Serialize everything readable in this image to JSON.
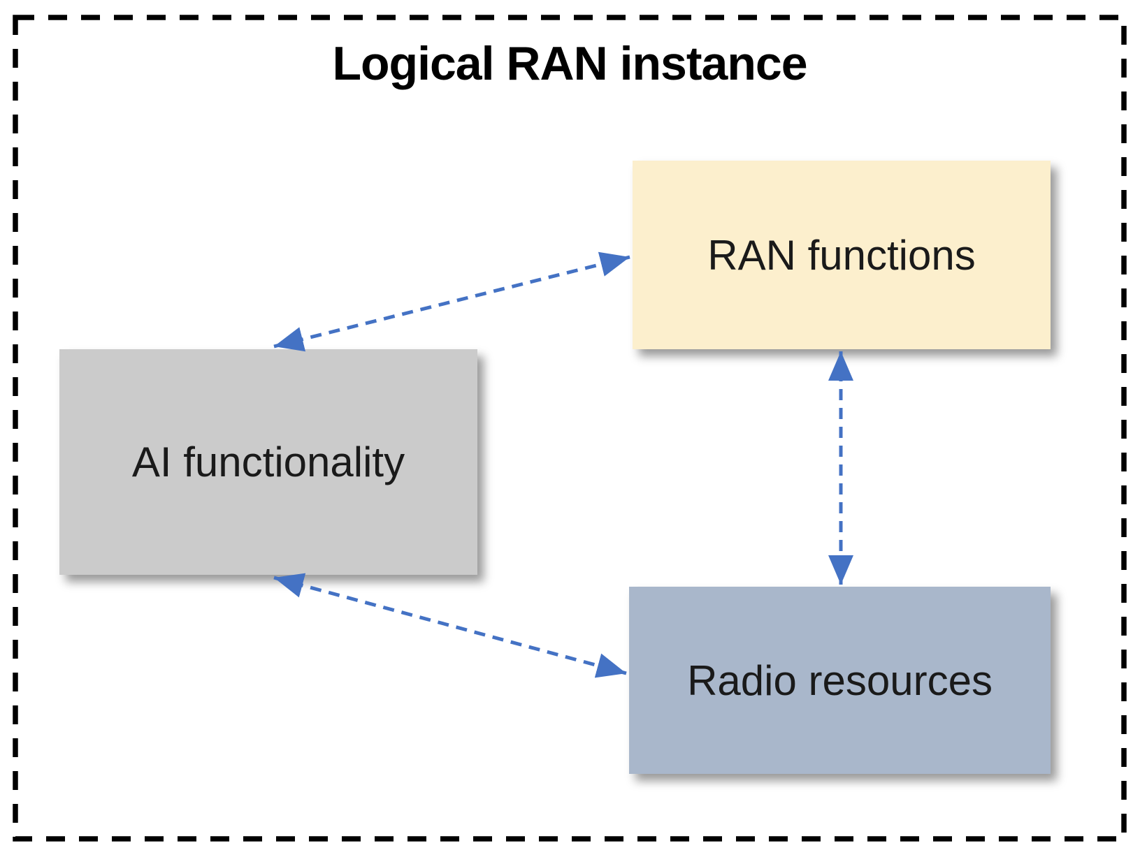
{
  "diagram": {
    "title": "Logical RAN instance",
    "nodes": [
      {
        "id": "ran-functions",
        "label": "RAN functions",
        "fill": "#FCEFCD"
      },
      {
        "id": "ai-functionality",
        "label": "AI functionality",
        "fill": "#CBCBCB"
      },
      {
        "id": "radio-resources",
        "label": "Radio resources",
        "fill": "#A9B7CB"
      }
    ],
    "edges": [
      {
        "from": "ai-functionality",
        "to": "ran-functions",
        "style": "dashed",
        "bidirectional": true
      },
      {
        "from": "ran-functions",
        "to": "radio-resources",
        "style": "dashed",
        "bidirectional": true
      },
      {
        "from": "ai-functionality",
        "to": "radio-resources",
        "style": "dashed",
        "bidirectional": true
      }
    ],
    "colors": {
      "arrow": "#4472C4",
      "outer_border": "#000000",
      "title_text": "#000000",
      "node_text": "#1A1A1A",
      "background": "#FFFFFF"
    }
  }
}
